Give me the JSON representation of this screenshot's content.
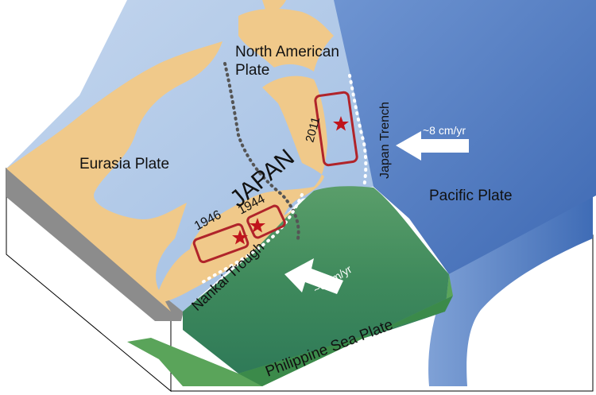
{
  "labels": {
    "north_american_plate": "North American",
    "north_american_plate_2": "Plate",
    "eurasia_plate": "Eurasia Plate",
    "pacific_plate": "Pacific Plate",
    "philippine_sea_plate": "Philippine Sea Plate",
    "japan": "JAPAN",
    "japan_trench": "Japan Trench",
    "nankai_trough": "Nankai Trough",
    "pacific_rate": "~8 cm/yr",
    "philippine_rate": "~6 cm/yr"
  },
  "earthquakes": [
    {
      "year": "1946"
    },
    {
      "year": "1944"
    },
    {
      "year": "2011"
    }
  ],
  "colors": {
    "land": "#f0c98a",
    "shelf_sea": "#d5e2f1",
    "sea_of_japan": "#a9c3e4",
    "pacific": "#4a76bf",
    "philippine_sea": "#3c8a60",
    "side_wall": "#ffffff",
    "gray_edge": "#8a8a8a",
    "green_edge": "#5aa45a",
    "rupture_box": "#b0242a",
    "star": "#c0141c",
    "boundary_dots": "#555555",
    "trench_dots": "#ffffff"
  }
}
